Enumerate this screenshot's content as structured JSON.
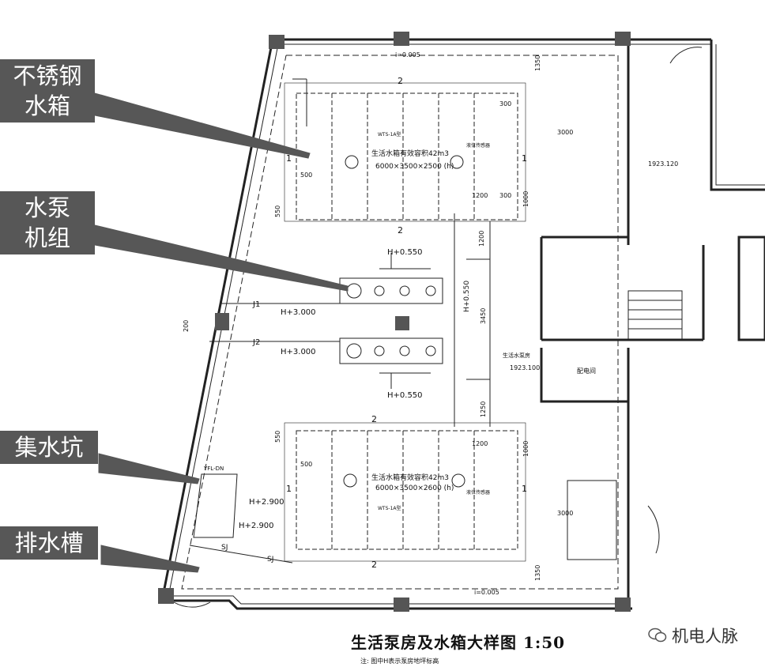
{
  "callouts": [
    {
      "lines": [
        "不锈钢",
        "水箱"
      ]
    },
    {
      "lines": [
        "水泵",
        "机组"
      ]
    },
    {
      "lines": [
        "集水坑"
      ]
    },
    {
      "lines": [
        "排水槽"
      ]
    }
  ],
  "plan": {
    "title": "生活泵房及水箱大样图  1:50",
    "note": "注: 图中H表示泵房地坪标高",
    "tank_upper_label": "生活水箱有效容积42m3",
    "tank_upper_size": "6000×3500×2500 (h)",
    "tank_lower_label": "生活水箱有效容积42m3",
    "tank_lower_size": "6000×3500×2600 (h)",
    "slope_label": "i=0.005",
    "elev_pump_top": "H+0.550",
    "elev_pump_bottom": "H+0.550",
    "elev_j1": "H+3.000",
    "elev_j2": "H+3.000",
    "elev_pit_1": "H+2.900",
    "elev_pit_2": "H+2.900",
    "elev_room_1": "1923.120",
    "elev_room_2": "1923.100",
    "elev_vert": "H+0.550",
    "pipe_j1": "J1",
    "pipe_j2": "J2",
    "pipe_sj": "SJ",
    "section_1": "1",
    "section_2": "2",
    "dim_1350": "1350",
    "dim_3000": "3000",
    "dim_1200": "1200",
    "dim_300": "300",
    "dim_1000": "1000",
    "dim_500": "500",
    "dim_3450": "3450",
    "dim_1250": "1250",
    "dim_550": "550",
    "dim_200": "200",
    "room_label": "配电间",
    "pit_label": "YFL-DN",
    "tank_tag": "WTS-1A型",
    "inlet_label": "生活水泵房",
    "level_label": "液位传感器"
  },
  "watermark": {
    "text": "机电人脉"
  }
}
